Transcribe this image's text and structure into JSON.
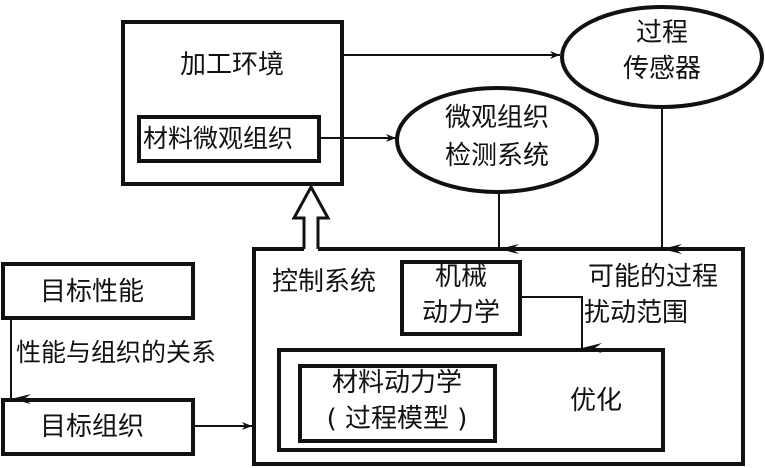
{
  "diagram": {
    "nodes": {
      "processing_env": {
        "label": "加工环境"
      },
      "material_micro": {
        "label": "材料微观组织"
      },
      "process_sensor": {
        "line1": "过程",
        "line2": "传感器"
      },
      "micro_detect": {
        "line1": "微观组织",
        "line2": "检测系统"
      },
      "target_perf": {
        "label": "目标性能"
      },
      "perf_rel": {
        "label": "性能与组织的关系"
      },
      "target_struct": {
        "label": "目标组织"
      },
      "control_system": {
        "label": "控制系统"
      },
      "mech_dyn": {
        "line1": "机械",
        "line2": "动力学"
      },
      "disturb": {
        "line1": "可能的过程",
        "line2": "扰动范围"
      },
      "material_dyn": {
        "line1": "材料动力学",
        "line2": "( 过程模型 )"
      },
      "optimize": {
        "label": "优化"
      }
    },
    "edges": [
      {
        "from": "processing_env",
        "to": "process_sensor"
      },
      {
        "from": "material_micro",
        "to": "micro_detect"
      },
      {
        "from": "micro_detect",
        "to": "control_system"
      },
      {
        "from": "process_sensor",
        "to": "control_system"
      },
      {
        "from": "control_system",
        "to": "processing_env",
        "style": "hollow-thick"
      },
      {
        "from": "target_perf",
        "to": "target_struct",
        "label": "性能与组织的关系"
      },
      {
        "from": "target_struct",
        "to": "control_system"
      },
      {
        "from": "mech_dyn",
        "to": "optimize"
      }
    ]
  }
}
